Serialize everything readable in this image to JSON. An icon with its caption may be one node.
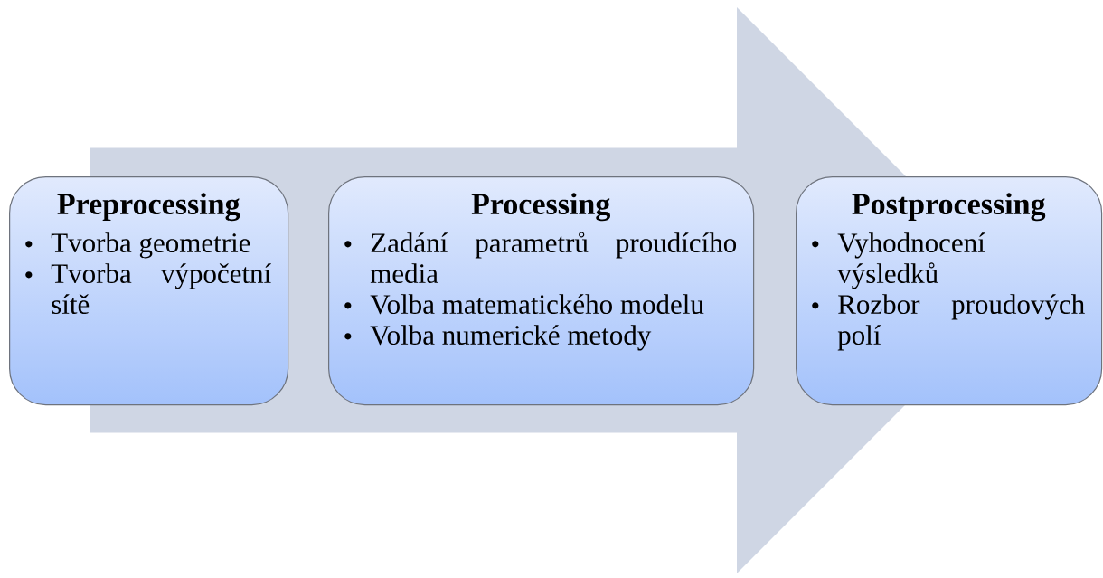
{
  "diagram": {
    "nodes": [
      {
        "text": [
          "Preprocessing",
          "Tvorba geometrie",
          "Tvorba výpočetní sítě"
        ]
      },
      {
        "text": [
          "Processing",
          "Zadání parametrů proudícího media",
          "Volba matematického modelu",
          "Volba numerické metody"
        ]
      },
      {
        "text": [
          "Postprocessing",
          "Vyhodnocení výsledků",
          "Rozbor proudových polí"
        ]
      }
    ],
    "edges": [
      {
        "from": 0,
        "to": 2,
        "arrow": "to"
      }
    ]
  }
}
